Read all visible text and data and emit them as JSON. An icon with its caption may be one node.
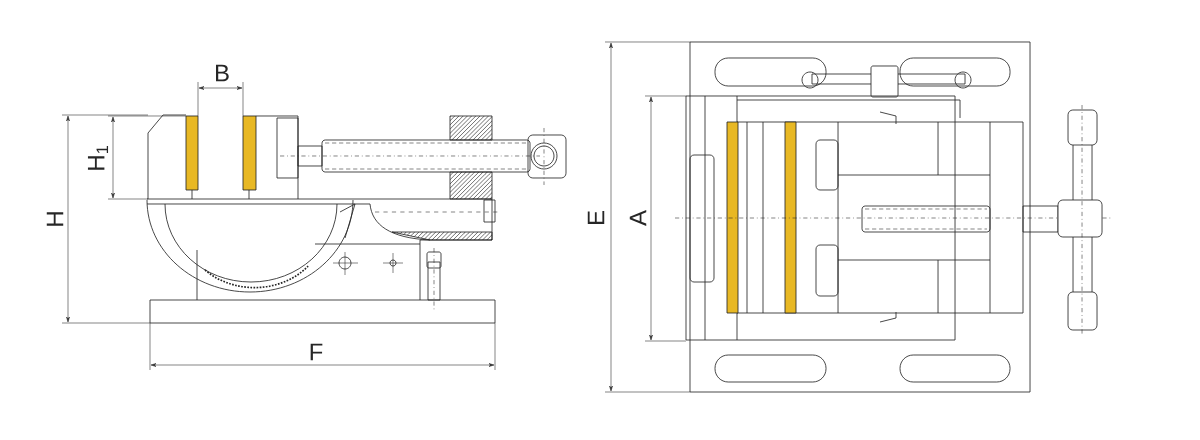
{
  "diagram": {
    "labels": [
      "B",
      "H$_{1}$",
      "H",
      "F",
      "E",
      "A"
    ]
  }
}
